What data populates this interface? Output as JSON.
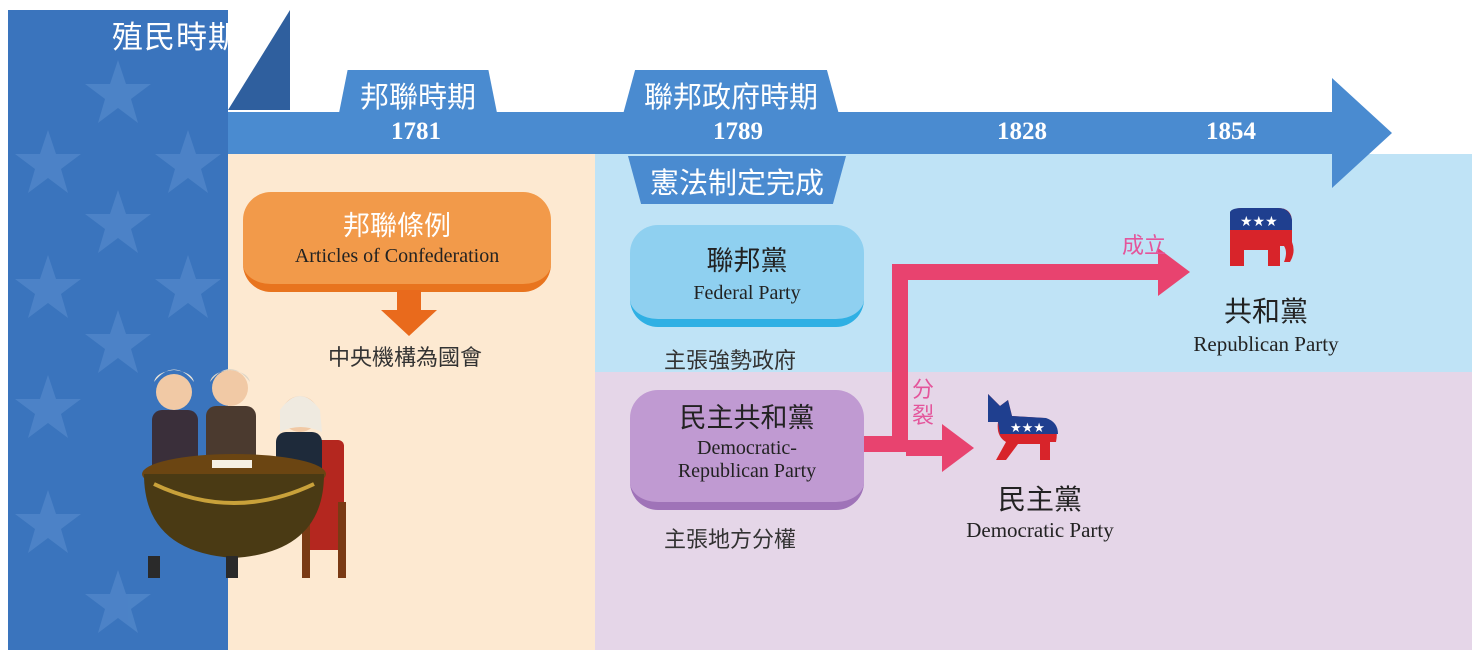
{
  "eras": {
    "colonial": "殖民時期",
    "confederation": "邦聯時期",
    "federal": "聯邦政府時期"
  },
  "years": [
    "1781",
    "1789",
    "1828",
    "1854"
  ],
  "constitution_label": "憲法制定完成",
  "articles": {
    "zh": "邦聯條例",
    "en": "Articles of Confederation",
    "note": "中央機構為國會"
  },
  "federal_party": {
    "zh": "聯邦黨",
    "en": "Federal Party",
    "note": "主張強勢政府"
  },
  "dem_rep_party": {
    "zh": "民主共和黨",
    "en_line1": "Democratic-",
    "en_line2": "Republican Party",
    "note": "主張地方分權"
  },
  "republican_party": {
    "zh": "共和黨",
    "en": "Republican Party",
    "icon": "elephant-icon"
  },
  "democratic_party": {
    "zh": "民主黨",
    "en": "Democratic Party",
    "icon": "donkey-icon"
  },
  "arrows": {
    "found_label": "成立",
    "split_label_1": "分",
    "split_label_2": "裂"
  },
  "colors": {
    "timeline_blue": "#4a8bd0",
    "colonial_blue": "#3a74bd",
    "confed_bg": "#fde9d1",
    "federal_bg": "#bfe3f6",
    "demrep_bg": "#e5d6e8",
    "orange_pill": "#f29a4a",
    "arrow_pink": "#e8436f",
    "label_pink": "#e4559b"
  }
}
